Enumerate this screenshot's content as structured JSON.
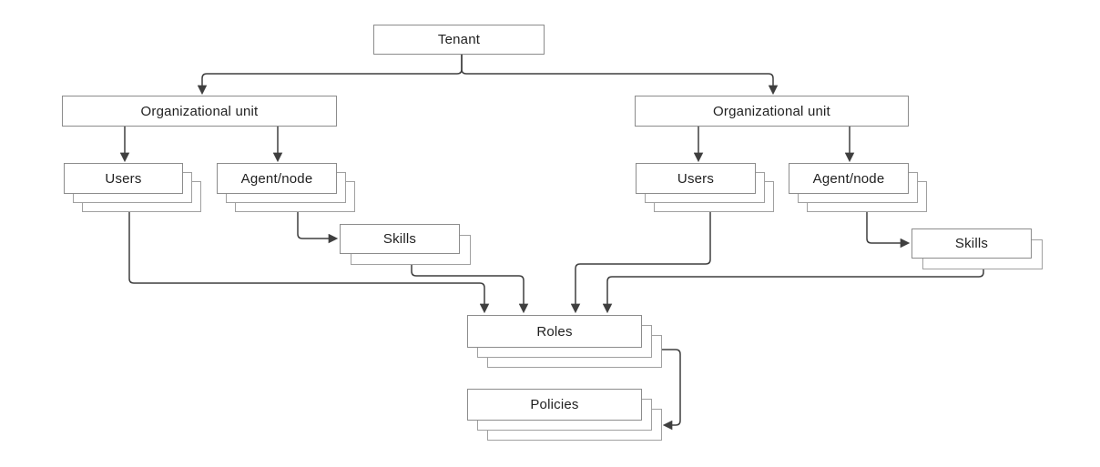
{
  "diagram": {
    "type": "hierarchy",
    "nodes": {
      "tenant": {
        "label": "Tenant",
        "stacked": false
      },
      "org_left": {
        "label": "Organizational unit",
        "stacked": false
      },
      "org_right": {
        "label": "Organizational unit",
        "stacked": false
      },
      "users_left": {
        "label": "Users",
        "stacked": true
      },
      "agent_left": {
        "label": "Agent/node",
        "stacked": true
      },
      "skills_left": {
        "label": "Skills",
        "stacked": true
      },
      "users_right": {
        "label": "Users",
        "stacked": true
      },
      "agent_right": {
        "label": "Agent/node",
        "stacked": true
      },
      "skills_right": {
        "label": "Skills",
        "stacked": true
      },
      "roles": {
        "label": "Roles",
        "stacked": true
      },
      "policies": {
        "label": "Policies",
        "stacked": true
      }
    },
    "edges": [
      {
        "from": "tenant",
        "to": "org_left"
      },
      {
        "from": "tenant",
        "to": "org_right"
      },
      {
        "from": "org_left",
        "to": "users_left"
      },
      {
        "from": "org_left",
        "to": "agent_left"
      },
      {
        "from": "agent_left",
        "to": "skills_left"
      },
      {
        "from": "org_right",
        "to": "users_right"
      },
      {
        "from": "org_right",
        "to": "agent_right"
      },
      {
        "from": "agent_right",
        "to": "skills_right"
      },
      {
        "from": "users_left",
        "to": "roles"
      },
      {
        "from": "skills_left",
        "to": "roles"
      },
      {
        "from": "users_right",
        "to": "roles"
      },
      {
        "from": "skills_right",
        "to": "roles"
      },
      {
        "from": "roles",
        "to": "policies"
      }
    ],
    "colors": {
      "background": "#ffffff",
      "box_border": "#8c8c8c",
      "stack_border": "#a0a0a0",
      "connector": "#3f3f3f",
      "text": "#1f1f1f"
    }
  }
}
